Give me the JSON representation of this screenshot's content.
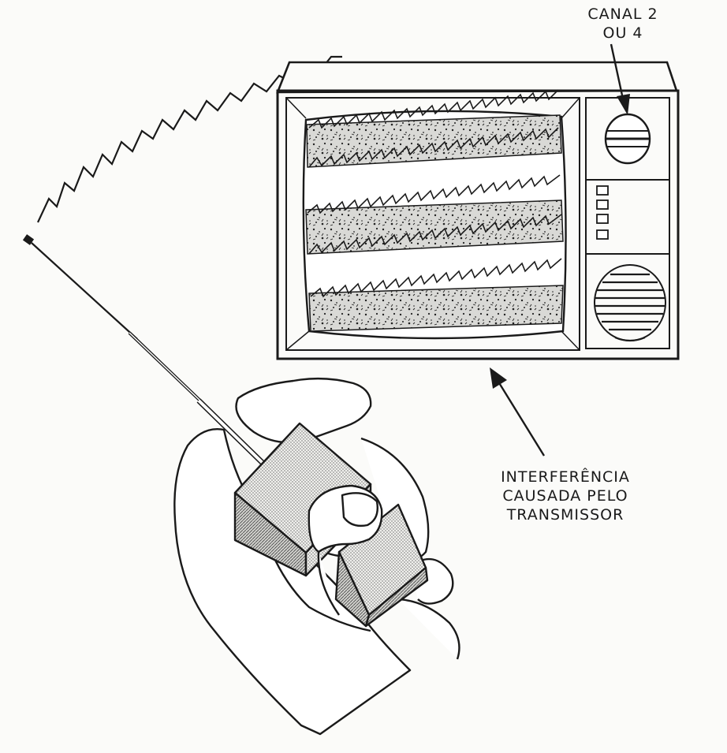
{
  "labels": {
    "channel_line1": "CANAL 2",
    "channel_line2": "OU 4",
    "interference_line1": "INTERFERÊNCIA",
    "interference_line2": "CAUSADA PELO",
    "interference_line3": "TRANSMISSOR"
  },
  "colors": {
    "ink": "#1a1a1a",
    "paper": "#fbfbf9"
  }
}
